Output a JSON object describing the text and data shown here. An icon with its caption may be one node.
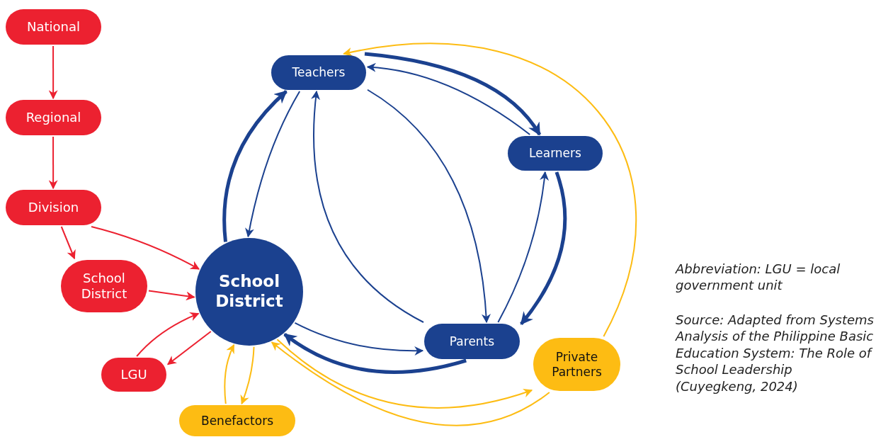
{
  "diagram": {
    "nodes": [
      {
        "text": [
          "National"
        ]
      },
      {
        "text": [
          "Regional"
        ]
      },
      {
        "text": [
          "Division"
        ]
      },
      {
        "text": [
          "School District"
        ]
      },
      {
        "text": [
          "School District"
        ]
      },
      {
        "text": [
          "LGU"
        ]
      },
      {
        "text": [
          "Teachers"
        ]
      },
      {
        "text": [
          "Learners"
        ]
      },
      {
        "text": [
          "Parents"
        ]
      },
      {
        "text": [
          "Benefactors"
        ]
      },
      {
        "text": [
          "Private Partners"
        ]
      }
    ],
    "edges": [
      {
        "from": 0,
        "to": 1,
        "arrow": "to",
        "color": "#ec2130"
      },
      {
        "from": 1,
        "to": 2,
        "arrow": "to",
        "color": "#ec2130"
      },
      {
        "from": 2,
        "to": 3,
        "arrow": "to",
        "color": "#ec2130"
      },
      {
        "from": 2,
        "to": 4,
        "arrow": "to",
        "color": "#ec2130"
      },
      {
        "from": 3,
        "to": 4,
        "arrow": "to",
        "color": "#ec2130"
      },
      {
        "from": 5,
        "to": 4,
        "arrow": "to",
        "color": "#ec2130"
      },
      {
        "from": 4,
        "to": 5,
        "arrow": "to",
        "color": "#ec2130"
      },
      {
        "from": 9,
        "to": 4,
        "arrow": "to",
        "color": "#fdbc13"
      },
      {
        "from": 4,
        "to": 9,
        "arrow": "to",
        "color": "#fdbc13"
      },
      {
        "from": 4,
        "to": 10,
        "arrow": "to",
        "color": "#fdbc13"
      },
      {
        "from": 10,
        "to": 4,
        "arrow": "to",
        "color": "#fdbc13"
      },
      {
        "from": 10,
        "to": 6,
        "arrow": "to",
        "color": "#fdbc13"
      },
      {
        "from": 4,
        "to": 6,
        "arrow": "to",
        "style": "thick"
      },
      {
        "from": 6,
        "to": 4,
        "arrow": "to"
      },
      {
        "from": 6,
        "to": 7,
        "arrow": "to",
        "style": "thick"
      },
      {
        "from": 7,
        "to": 6,
        "arrow": "to"
      },
      {
        "from": 6,
        "to": 8,
        "arrow": "to"
      },
      {
        "from": 8,
        "to": 6,
        "arrow": "to"
      },
      {
        "from": 8,
        "to": 7,
        "arrow": "to"
      },
      {
        "from": 7,
        "to": 8,
        "arrow": "to",
        "style": "thick"
      },
      {
        "from": 4,
        "to": 8,
        "arrow": "to"
      },
      {
        "from": 8,
        "to": 4,
        "arrow": "to",
        "style": "thick"
      }
    ],
    "labels": [
      "Abbreviation: LGU = local government unit",
      "Source: Adapted from Systems Analysis of the Philippine Basic Education System: The Role of School Leadership (Cuyegkeng, 2024)"
    ]
  }
}
